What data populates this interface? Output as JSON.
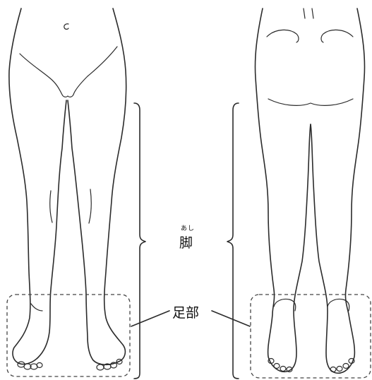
{
  "labels": {
    "leg_ruby": "あし",
    "leg": "脚",
    "foot": "足部"
  }
}
